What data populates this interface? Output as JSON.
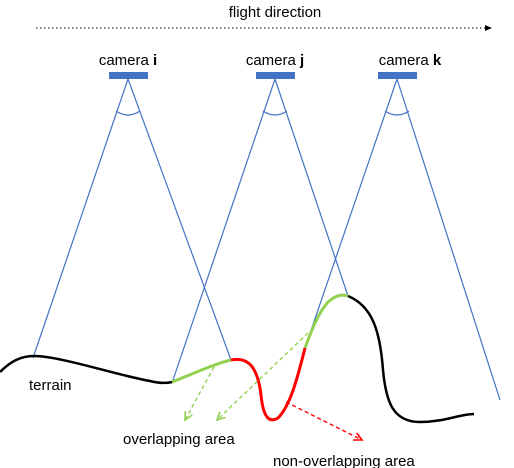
{
  "flight_direction_label": "flight direction",
  "cameras": [
    {
      "prefix": "camera",
      "id": "i"
    },
    {
      "prefix": "camera",
      "id": "j"
    },
    {
      "prefix": "camera",
      "id": "k"
    }
  ],
  "terrain_label": "terrain",
  "overlapping_label": "overlapping area",
  "non_overlapping_label": "non-overlapping area",
  "colors": {
    "camera_body": "#4472C4",
    "view_ray": "#4472C4",
    "terrain": "#000000",
    "overlap": "#92D050",
    "non_overlap": "#FF0000",
    "arrow_overlap": "#92D050",
    "arrow_non_overlap": "#FF0000",
    "flight_arrow": "#000000"
  }
}
